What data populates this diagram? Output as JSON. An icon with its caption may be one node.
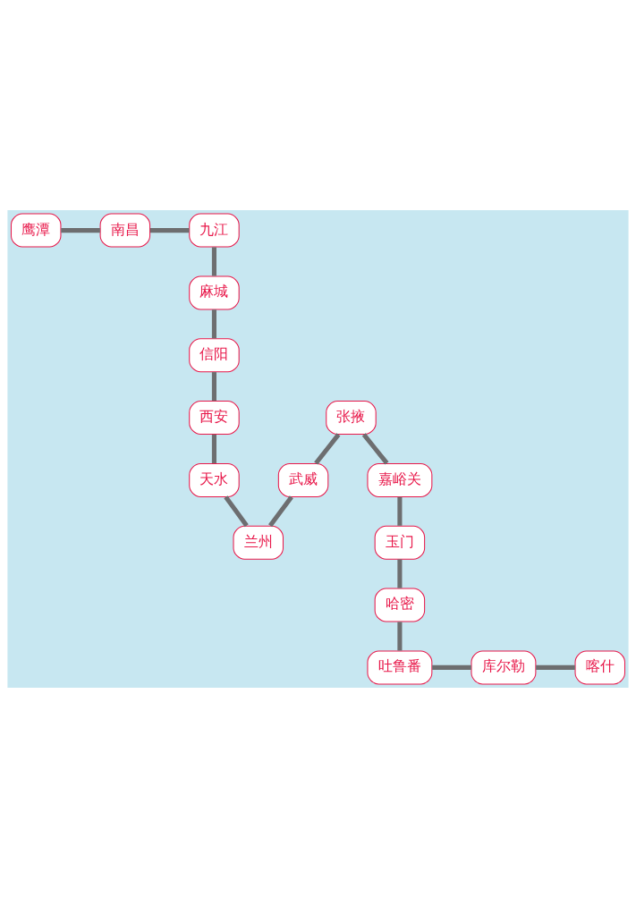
{
  "diagram": {
    "nodes": [
      {
        "text": [
          "鹰潭"
        ]
      },
      {
        "text": [
          "南昌"
        ]
      },
      {
        "text": [
          "九江"
        ]
      },
      {
        "text": [
          "麻城"
        ]
      },
      {
        "text": [
          "信阳"
        ]
      },
      {
        "text": [
          "西安"
        ]
      },
      {
        "text": [
          "天水"
        ]
      },
      {
        "text": [
          "兰州"
        ]
      },
      {
        "text": [
          "武威"
        ]
      },
      {
        "text": [
          "张掖"
        ]
      },
      {
        "text": [
          "嘉峪关"
        ]
      },
      {
        "text": [
          "玉门"
        ]
      },
      {
        "text": [
          "哈密"
        ]
      },
      {
        "text": [
          "吐鲁番"
        ]
      },
      {
        "text": [
          "库尔勒"
        ]
      },
      {
        "text": [
          "喀什"
        ]
      }
    ],
    "edges": [
      {
        "from": 0,
        "to": 1,
        "arrow": "none"
      },
      {
        "from": 1,
        "to": 2,
        "arrow": "none"
      },
      {
        "from": 2,
        "to": 3,
        "arrow": "none"
      },
      {
        "from": 3,
        "to": 4,
        "arrow": "none"
      },
      {
        "from": 4,
        "to": 5,
        "arrow": "none"
      },
      {
        "from": 5,
        "to": 6,
        "arrow": "none"
      },
      {
        "from": 6,
        "to": 7,
        "arrow": "none"
      },
      {
        "from": 7,
        "to": 8,
        "arrow": "none"
      },
      {
        "from": 8,
        "to": 9,
        "arrow": "none"
      },
      {
        "from": 9,
        "to": 10,
        "arrow": "none"
      },
      {
        "from": 10,
        "to": 11,
        "arrow": "none"
      },
      {
        "from": 11,
        "to": 12,
        "arrow": "none"
      },
      {
        "from": 12,
        "to": 13,
        "arrow": "none"
      },
      {
        "from": 13,
        "to": 14,
        "arrow": "none"
      },
      {
        "from": 14,
        "to": 15,
        "arrow": "none"
      }
    ]
  }
}
